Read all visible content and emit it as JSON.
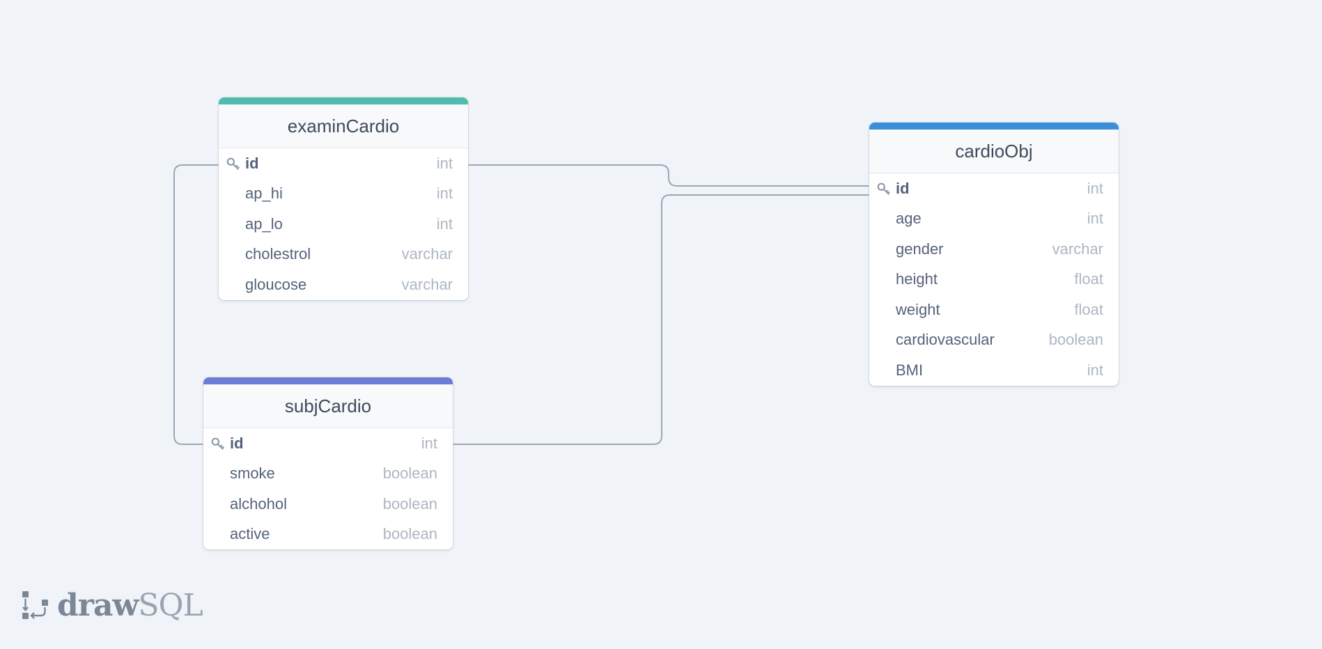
{
  "tables": [
    {
      "name": "examinCardio",
      "color": "#4fbdae",
      "fields": [
        {
          "name": "id",
          "type": "int",
          "pk": true
        },
        {
          "name": "ap_hi",
          "type": "int"
        },
        {
          "name": "ap_lo",
          "type": "int"
        },
        {
          "name": "cholestrol",
          "type": "varchar"
        },
        {
          "name": "gloucose",
          "type": "varchar"
        }
      ]
    },
    {
      "name": "subjCardio",
      "color": "#6b7bd6",
      "fields": [
        {
          "name": "id",
          "type": "int",
          "pk": true
        },
        {
          "name": "smoke",
          "type": "boolean"
        },
        {
          "name": "alchohol",
          "type": "boolean"
        },
        {
          "name": "active",
          "type": "boolean"
        }
      ]
    },
    {
      "name": "cardioObj",
      "color": "#3b8fd9",
      "fields": [
        {
          "name": "id",
          "type": "int",
          "pk": true
        },
        {
          "name": "age",
          "type": "int"
        },
        {
          "name": "gender",
          "type": "varchar"
        },
        {
          "name": "height",
          "type": "float"
        },
        {
          "name": "weight",
          "type": "float"
        },
        {
          "name": "cardiovascular",
          "type": "boolean"
        },
        {
          "name": "BMI",
          "type": "int"
        }
      ]
    }
  ],
  "relations": [
    {
      "from": "examinCardio.id",
      "to": "subjCardio.id"
    },
    {
      "from": "examinCardio.id",
      "to": "cardioObj.id"
    },
    {
      "from": "subjCardio.id",
      "to": "cardioObj.id"
    }
  ],
  "brand": {
    "part1": "draw",
    "part2": "SQL"
  }
}
